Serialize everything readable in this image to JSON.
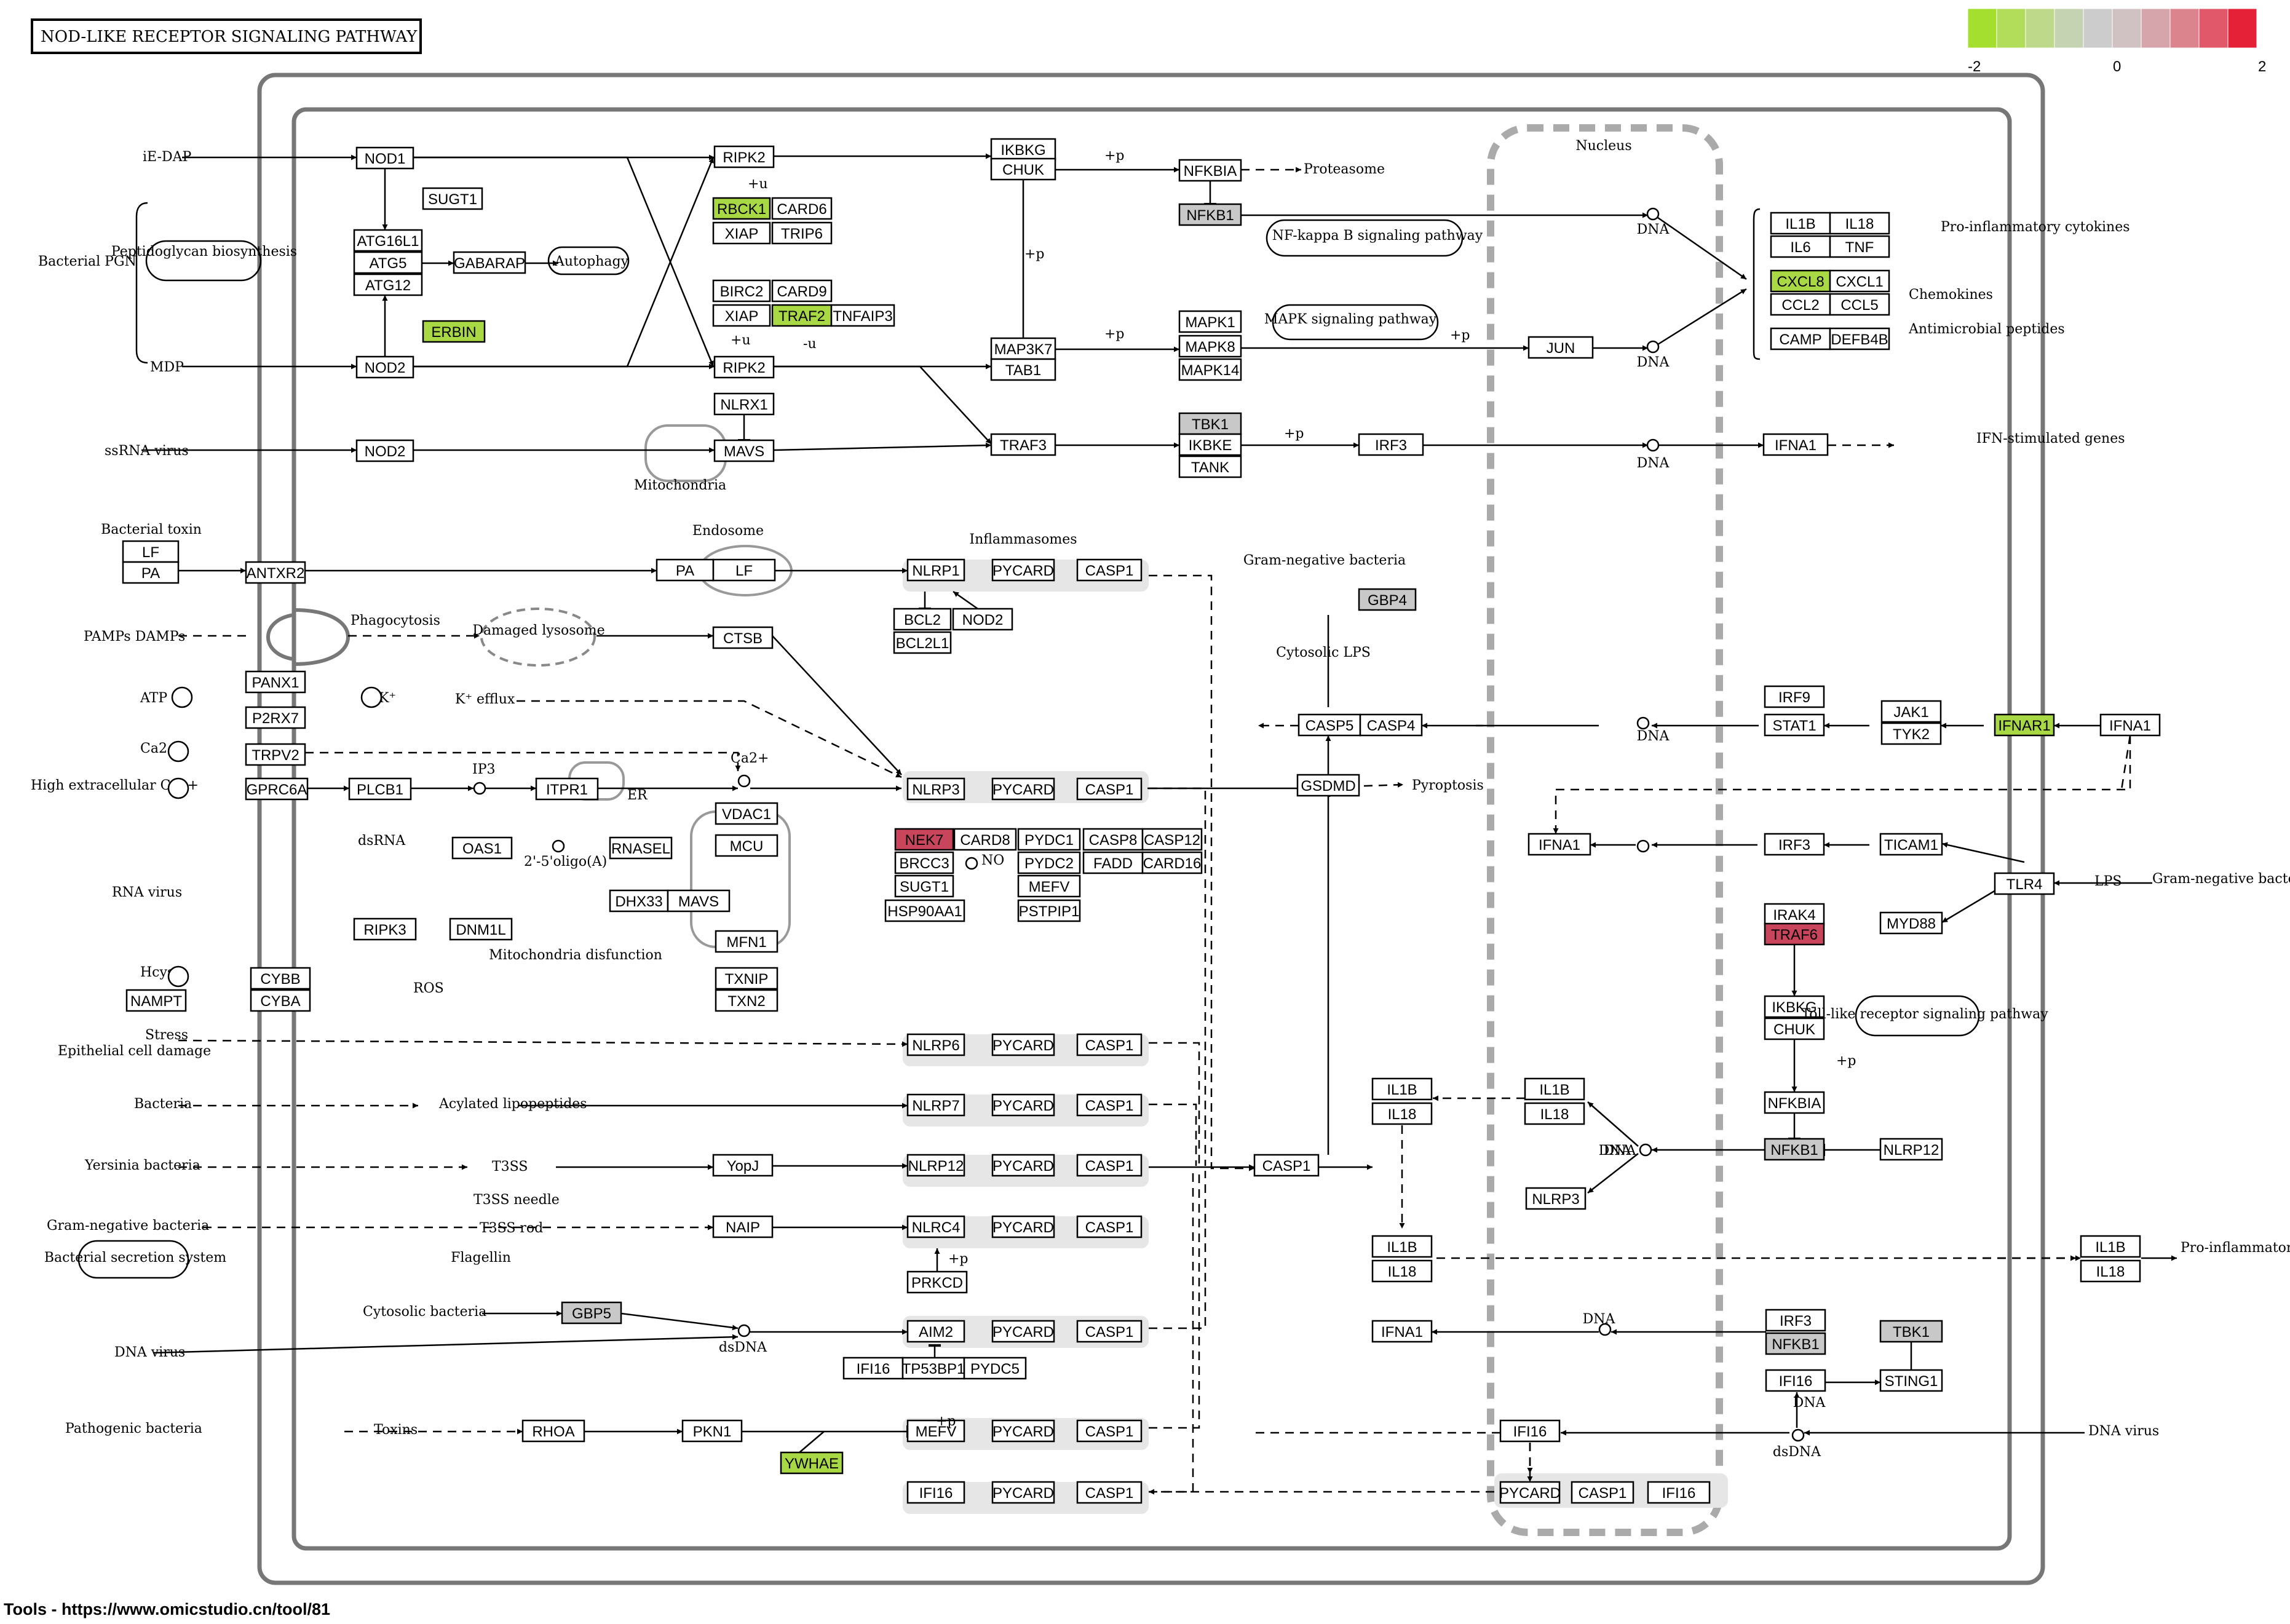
{
  "title": "NOD-LIKE RECEPTOR SIGNALING PATHWAY",
  "footer": "Tools - https://www.omicstudio.cn/tool/81",
  "legend": {
    "min_label": "-2",
    "mid_label": "0",
    "max_label": "2",
    "colors": [
      "#a4de2f",
      "#b2dd5a",
      "#bfd98a",
      "#c6d3b3",
      "#cccccc",
      "#d0c1c3",
      "#d6a5ab",
      "#dc848e",
      "#e05869",
      "#e52138"
    ]
  },
  "colors": {
    "up": "#c8455c",
    "down": "#a8d843",
    "neutral": "#c8c8c8",
    "none": "#ffffff"
  },
  "nodes": [
    {
      "t": "NOD1",
      "s": "none"
    },
    {
      "t": "SUGT1",
      "s": "none"
    },
    {
      "t": "ATG16L1",
      "s": "none"
    },
    {
      "t": "ATG5",
      "s": "none"
    },
    {
      "t": "ATG12",
      "s": "none"
    },
    {
      "t": "GABARAP",
      "s": "none"
    },
    {
      "t": "ERBIN",
      "s": "down"
    },
    {
      "t": "NOD2",
      "s": "none"
    },
    {
      "t": "RIPK2",
      "s": "none"
    },
    {
      "t": "RBCK1",
      "s": "down"
    },
    {
      "t": "CARD6",
      "s": "none"
    },
    {
      "t": "XIAP",
      "s": "none"
    },
    {
      "t": "TRIP6",
      "s": "none"
    },
    {
      "t": "BIRC2",
      "s": "none"
    },
    {
      "t": "CARD9",
      "s": "none"
    },
    {
      "t": "XIAP",
      "s": "none"
    },
    {
      "t": "TRAF2",
      "s": "down"
    },
    {
      "t": "TNFAIP3",
      "s": "none"
    },
    {
      "t": "RIPK2",
      "s": "none"
    },
    {
      "t": "IKBKG",
      "s": "none"
    },
    {
      "t": "CHUK",
      "s": "none"
    },
    {
      "t": "NFKBIA",
      "s": "none"
    },
    {
      "t": "NFKB1",
      "s": "neutral"
    },
    {
      "t": "MAP3K7",
      "s": "none"
    },
    {
      "t": "TAB1",
      "s": "none"
    },
    {
      "t": "MAPK1",
      "s": "none"
    },
    {
      "t": "MAPK8",
      "s": "none"
    },
    {
      "t": "MAPK14",
      "s": "none"
    },
    {
      "t": "JUN",
      "s": "none"
    },
    {
      "t": "IL1B",
      "s": "none"
    },
    {
      "t": "IL18",
      "s": "none"
    },
    {
      "t": "IL6",
      "s": "none"
    },
    {
      "t": "TNF",
      "s": "none"
    },
    {
      "t": "CXCL8",
      "s": "down"
    },
    {
      "t": "CXCL1",
      "s": "none"
    },
    {
      "t": "CCL2",
      "s": "none"
    },
    {
      "t": "CCL5",
      "s": "none"
    },
    {
      "t": "CAMP",
      "s": "none"
    },
    {
      "t": "DEFB4B",
      "s": "none"
    },
    {
      "t": "NOD2",
      "s": "none"
    },
    {
      "t": "NLRX1",
      "s": "none"
    },
    {
      "t": "MAVS",
      "s": "none"
    },
    {
      "t": "TRAF3",
      "s": "none"
    },
    {
      "t": "TBK1",
      "s": "neutral"
    },
    {
      "t": "IKBKE",
      "s": "none"
    },
    {
      "t": "TANK",
      "s": "none"
    },
    {
      "t": "IRF3",
      "s": "none"
    },
    {
      "t": "IFNA1",
      "s": "none"
    },
    {
      "t": "LF",
      "s": "none"
    },
    {
      "t": "PA",
      "s": "none"
    },
    {
      "t": "ANTXR2",
      "s": "none"
    },
    {
      "t": "PA",
      "s": "none"
    },
    {
      "t": "LF",
      "s": "none"
    },
    {
      "t": "NLRP1",
      "s": "none"
    },
    {
      "t": "PYCARD",
      "s": "none"
    },
    {
      "t": "CASP1",
      "s": "none"
    },
    {
      "t": "BCL2",
      "s": "none"
    },
    {
      "t": "NOD2",
      "s": "none"
    },
    {
      "t": "BCL2L1",
      "s": "none"
    },
    {
      "t": "GBP4",
      "s": "neutral"
    },
    {
      "t": "CASP5",
      "s": "none"
    },
    {
      "t": "CASP4",
      "s": "none"
    },
    {
      "t": "GSDMD",
      "s": "none"
    },
    {
      "t": "CTSB",
      "s": "none"
    },
    {
      "t": "PANX1",
      "s": "none"
    },
    {
      "t": "P2RX7",
      "s": "none"
    },
    {
      "t": "TRPV2",
      "s": "none"
    },
    {
      "t": "GPRC6A",
      "s": "none"
    },
    {
      "t": "PLCB1",
      "s": "none"
    },
    {
      "t": "ITPR1",
      "s": "none"
    },
    {
      "t": "NLRP3",
      "s": "none"
    },
    {
      "t": "PYCARD",
      "s": "none"
    },
    {
      "t": "CASP1",
      "s": "none"
    },
    {
      "t": "NEK7",
      "s": "up"
    },
    {
      "t": "CARD8",
      "s": "none"
    },
    {
      "t": "BRCC3",
      "s": "none"
    },
    {
      "t": "SUGT1",
      "s": "none"
    },
    {
      "t": "HSP90AA1",
      "s": "none"
    },
    {
      "t": "PYDC1",
      "s": "none"
    },
    {
      "t": "PYDC2",
      "s": "none"
    },
    {
      "t": "MEFV",
      "s": "none"
    },
    {
      "t": "PSTPIP1",
      "s": "none"
    },
    {
      "t": "CASP8",
      "s": "none"
    },
    {
      "t": "CASP12",
      "s": "none"
    },
    {
      "t": "FADD",
      "s": "none"
    },
    {
      "t": "CARD16",
      "s": "none"
    },
    {
      "t": "OAS1",
      "s": "none"
    },
    {
      "t": "RNASEL",
      "s": "none"
    },
    {
      "t": "DHX33",
      "s": "none"
    },
    {
      "t": "MAVS",
      "s": "none"
    },
    {
      "t": "VDAC1",
      "s": "none"
    },
    {
      "t": "MCU",
      "s": "none"
    },
    {
      "t": "MFN1",
      "s": "none"
    },
    {
      "t": "RIPK3",
      "s": "none"
    },
    {
      "t": "DNM1L",
      "s": "none"
    },
    {
      "t": "CYBB",
      "s": "none"
    },
    {
      "t": "CYBA",
      "s": "none"
    },
    {
      "t": "NAMPT",
      "s": "none"
    },
    {
      "t": "TXNIP",
      "s": "none"
    },
    {
      "t": "TXN2",
      "s": "none"
    },
    {
      "t": "IRF9",
      "s": "none"
    },
    {
      "t": "STAT1",
      "s": "none"
    },
    {
      "t": "JAK1",
      "s": "none"
    },
    {
      "t": "TYK2",
      "s": "none"
    },
    {
      "t": "IFNAR1",
      "s": "down"
    },
    {
      "t": "IFNA1",
      "s": "none"
    },
    {
      "t": "IFNA1",
      "s": "none"
    },
    {
      "t": "IRF3",
      "s": "none"
    },
    {
      "t": "TICAM1",
      "s": "none"
    },
    {
      "t": "TLR4",
      "s": "none"
    },
    {
      "t": "IRAK4",
      "s": "none"
    },
    {
      "t": "TRAF6",
      "s": "up"
    },
    {
      "t": "MYD88",
      "s": "none"
    },
    {
      "t": "IKBKG",
      "s": "none"
    },
    {
      "t": "CHUK",
      "s": "none"
    },
    {
      "t": "NFKBIA",
      "s": "none"
    },
    {
      "t": "NFKB1",
      "s": "neutral"
    },
    {
      "t": "NLRP12",
      "s": "none"
    },
    {
      "t": "NLRP6",
      "s": "none"
    },
    {
      "t": "PYCARD",
      "s": "none"
    },
    {
      "t": "CASP1",
      "s": "none"
    },
    {
      "t": "NLRP7",
      "s": "none"
    },
    {
      "t": "PYCARD",
      "s": "none"
    },
    {
      "t": "CASP1",
      "s": "none"
    },
    {
      "t": "YopJ",
      "s": "none"
    },
    {
      "t": "NLRP12",
      "s": "none"
    },
    {
      "t": "PYCARD",
      "s": "none"
    },
    {
      "t": "CASP1",
      "s": "none"
    },
    {
      "t": "CASP1",
      "s": "none"
    },
    {
      "t": "IL1B",
      "s": "none"
    },
    {
      "t": "IL18",
      "s": "none"
    },
    {
      "t": "IL1B",
      "s": "none"
    },
    {
      "t": "IL18",
      "s": "none"
    },
    {
      "t": "NLRP3",
      "s": "none"
    },
    {
      "t": "NAIP",
      "s": "none"
    },
    {
      "t": "NLRC4",
      "s": "none"
    },
    {
      "t": "PYCARD",
      "s": "none"
    },
    {
      "t": "CASP1",
      "s": "none"
    },
    {
      "t": "PRKCD",
      "s": "none"
    },
    {
      "t": "IL1B",
      "s": "none"
    },
    {
      "t": "IL18",
      "s": "none"
    },
    {
      "t": "IL1B",
      "s": "none"
    },
    {
      "t": "IL18",
      "s": "none"
    },
    {
      "t": "GBP5",
      "s": "neutral"
    },
    {
      "t": "AIM2",
      "s": "none"
    },
    {
      "t": "PYCARD",
      "s": "none"
    },
    {
      "t": "CASP1",
      "s": "none"
    },
    {
      "t": "IFI16",
      "s": "none"
    },
    {
      "t": "TP53BP1",
      "s": "none"
    },
    {
      "t": "PYDC5",
      "s": "none"
    },
    {
      "t": "IFNA1",
      "s": "none"
    },
    {
      "t": "IRF3",
      "s": "none"
    },
    {
      "t": "NFKB1",
      "s": "neutral"
    },
    {
      "t": "TBK1",
      "s": "neutral"
    },
    {
      "t": "IFI16",
      "s": "none"
    },
    {
      "t": "STING1",
      "s": "none"
    },
    {
      "t": "RHOA",
      "s": "none"
    },
    {
      "t": "PKN1",
      "s": "none"
    },
    {
      "t": "YWHAE",
      "s": "down"
    },
    {
      "t": "MEFV",
      "s": "none"
    },
    {
      "t": "PYCARD",
      "s": "none"
    },
    {
      "t": "CASP1",
      "s": "none"
    },
    {
      "t": "IFI16",
      "s": "none"
    },
    {
      "t": "IFI16",
      "s": "none"
    },
    {
      "t": "PYCARD",
      "s": "none"
    },
    {
      "t": "CASP1",
      "s": "none"
    },
    {
      "t": "IFI16",
      "s": "none"
    },
    {
      "t": "PYCARD",
      "s": "none"
    },
    {
      "t": "CASP1",
      "s": "none"
    }
  ],
  "labels": [
    "iE-DAP",
    "Bacterial PGN",
    "Peptidoglycan biosynthesis",
    "MDP",
    "Autophagy",
    "ssRNA virus",
    "Mitochondria",
    "Proteasome",
    "NF-kappa B signaling pathway",
    "MAPK signaling pathway",
    "Nucleus",
    "DNA",
    "DNA",
    "DNA",
    "Pro-inflammatory cytokines",
    "Chemokines",
    "Antimicrobial peptides",
    "IFN-stimulated genes",
    "Bacterial toxin",
    "Endosome",
    "Inflammasomes",
    "Gram-negative bacteria",
    "Cytosolic LPS",
    "Pyroptosis",
    "PAMPs DAMPs",
    "Phagocytosis",
    "Damaged lysosome",
    "K⁺ efflux",
    "ATP",
    "K⁺",
    "Ca2+",
    "Ca2+",
    "High extracellular Ca2+",
    "IP3",
    "ER",
    "RNA virus",
    "dsRNA",
    "2'-5'oligo(A)",
    "NO",
    "Mitochondria disfunction",
    "Hcys",
    "ROS",
    "DNA",
    "Stress",
    "Epithelial cell damage",
    "Bacteria",
    "Acylated lipopeptides",
    "Yersinia bacteria",
    "T3SS",
    "Gram-negative bacteria",
    "T3SS needle",
    "T3SS rod",
    "Flagellin",
    "Bacterial secretion system",
    "Cytosolic bacteria",
    "DNA virus",
    "dsDNA",
    "Pathogenic bacteria",
    "Toxins",
    "DNA",
    "dsDNA",
    "DNA virus",
    "Gram-negative bacteria",
    "LPS",
    "Toll-like receptor signaling pathway",
    "DNA",
    "Pro-inflammatory effects",
    "DNA",
    "DNA"
  ],
  "annotations": [
    "+p",
    "+p",
    "+p",
    "+p",
    "+p",
    "+p",
    "+u",
    "+u",
    "-u",
    "+p",
    "+p"
  ]
}
